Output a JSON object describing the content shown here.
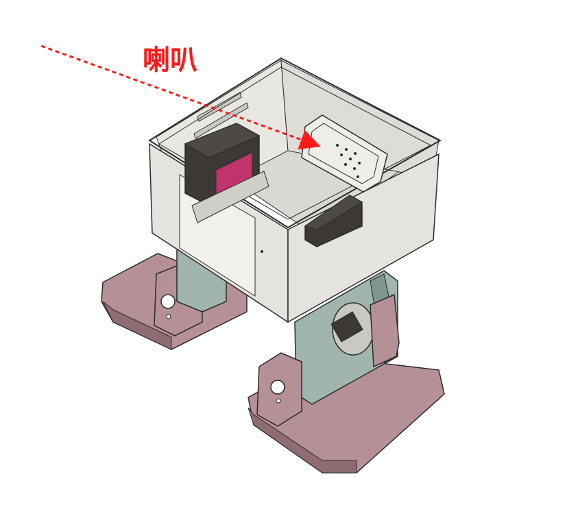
{
  "annotation": {
    "label": "喇叭",
    "color": "#ff1a1a"
  },
  "parts": {
    "enclosure": "light-gray-open-box",
    "speaker": "speaker-grille",
    "servos": [
      "servo-motor-left",
      "servo-motor-right",
      "servo-motor-leg"
    ],
    "legs": [
      "leg-left",
      "leg-right"
    ],
    "feet": [
      "foot-left",
      "foot-right"
    ]
  },
  "colors": {
    "enclosure": "#e4e3de",
    "enclosure_dark": "#c9c8c2",
    "leg": "#9fb5ad",
    "leg_dark": "#7e9790",
    "foot": "#b59097",
    "foot_dark": "#8f6c73",
    "servo": "#3b3835",
    "servo_label": "#c0336d",
    "outline": "#2b2b2b"
  }
}
